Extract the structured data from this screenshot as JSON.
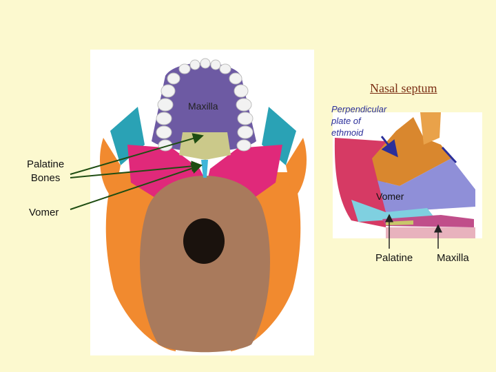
{
  "title": "Nasal septum",
  "labels": {
    "maxilla_skull": "Maxilla",
    "palatine_bones_line1": "Palatine",
    "palatine_bones_line2": "Bones",
    "vomer_left": "Vomer",
    "perpendicular_line1": "Perpendicular",
    "perpendicular_line2": "plate of",
    "perpendicular_line3": "ethmoid",
    "vomer_septum": "Vomer",
    "palatine": "Palatine",
    "maxilla": "Maxilla"
  },
  "colors": {
    "background": "#fcf9cf",
    "occipital": "#a97a5c",
    "temporal": "#f18a2f",
    "sphenoid": "#e0297a",
    "maxilla": "#6d5aa3",
    "palatine": "#cbc98a",
    "vomer": "#3fb6d9",
    "zygomatic": "#2aa2b5",
    "teeth": "#f2f2f2",
    "ethmoid": "#d9872e",
    "septum_cartilage": "#8f8fd8",
    "title": "#7a2d12",
    "arrow": "#1e4d12"
  }
}
